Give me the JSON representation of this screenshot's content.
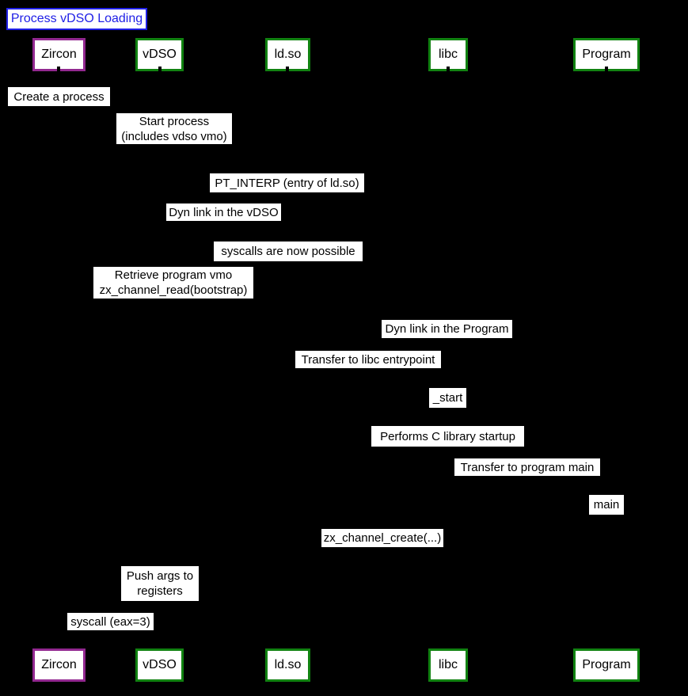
{
  "colors": {
    "background": "#000000",
    "box_bg": "#ffffff",
    "text": "#000000",
    "title_blue": "#2020e6",
    "kernel_purple": "#922890",
    "user_green": "#118211"
  },
  "title": {
    "label": "Process vDSO Loading"
  },
  "participants": [
    {
      "label": "Zircon"
    },
    {
      "label": "vDSO"
    },
    {
      "label": "ld.so"
    },
    {
      "label": "libc"
    },
    {
      "label": "Program"
    }
  ],
  "messages": [
    {
      "label": "Create a process"
    },
    {
      "label": "Start process\n(includes vdso vmo)"
    },
    {
      "label": "PT_INTERP (entry of ld.so)"
    },
    {
      "label": "Dyn link in the vDSO"
    },
    {
      "label": "syscalls are now possible"
    },
    {
      "label": "Retrieve program vmo\nzx_channel_read(bootstrap)"
    },
    {
      "label": "Dyn link in the Program"
    },
    {
      "label": "Transfer to libc entrypoint"
    },
    {
      "label": "_start"
    },
    {
      "label": "Performs C library startup"
    },
    {
      "label": "Transfer to program main"
    },
    {
      "label": "main"
    },
    {
      "label": "zx_channel_create(...)"
    },
    {
      "label": "Push args to\nregisters"
    },
    {
      "label": "syscall (eax=3)"
    }
  ]
}
